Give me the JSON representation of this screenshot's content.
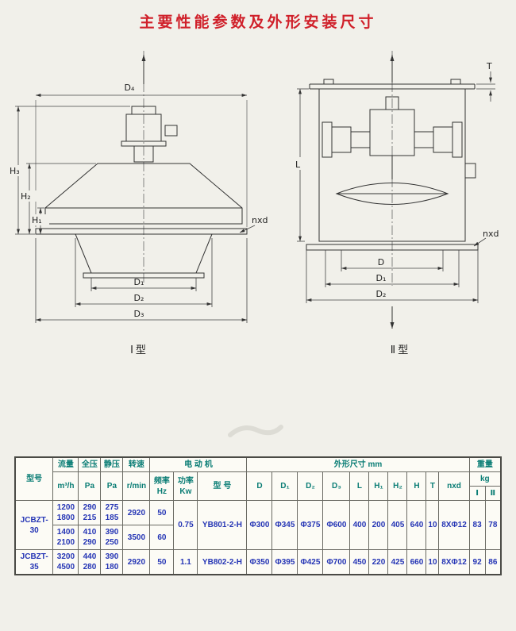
{
  "page": {
    "title": "主要性能参数及外形安装尺寸"
  },
  "colors": {
    "title_red": "#d0202a",
    "header_teal": "#0a7d75",
    "value_blue": "#2535b5"
  },
  "diagrams": {
    "type1": {
      "caption": "Ⅰ型",
      "labels": {
        "d4": "D₄",
        "h3": "H₃",
        "h2": "H₂",
        "h1": "H₁",
        "d1": "D₁",
        "d2": "D₂",
        "d3": "D₃",
        "nxd": "nxd"
      }
    },
    "type2": {
      "caption": "Ⅱ型",
      "labels": {
        "t": "T",
        "l": "L",
        "d": "D",
        "d1": "D₁",
        "d2": "D₂",
        "nxd": "nxd"
      }
    }
  },
  "table": {
    "headers": {
      "model": "型号",
      "flow": "流量",
      "flow_unit": "m³/h",
      "total_pressure": "全压",
      "total_pressure_unit": "Pa",
      "static_pressure": "静压",
      "static_pressure_unit": "Pa",
      "speed": "转速",
      "speed_unit": "r/min",
      "motor": "电  动  机",
      "freq_label": "频率",
      "freq_unit": "Hz",
      "power_label": "功率",
      "power_unit": "Kw",
      "motor_model": "型  号",
      "dims": "外形尺寸  mm",
      "dim_cols": [
        "D",
        "D₁",
        "D₂",
        "D₃",
        "L",
        "H₁",
        "H₂",
        "H",
        "T",
        "nxd"
      ],
      "weight": "重量",
      "weight_unit": "kg",
      "weight_col1": "Ⅰ",
      "weight_col2": "Ⅱ"
    },
    "rows": [
      {
        "model_line1": "JCBZT-",
        "model_line2": "30",
        "variants": [
          {
            "flow1": "1200",
            "flow2": "1800",
            "total1": "290",
            "total2": "215",
            "static1": "275",
            "static2": "185",
            "speed": "2920",
            "freq": "50"
          },
          {
            "flow1": "1400",
            "flow2": "2100",
            "total1": "410",
            "total2": "290",
            "static1": "390",
            "static2": "250",
            "speed": "3500",
            "freq": "60"
          }
        ],
        "power": "0.75",
        "motor_model": "YB801-2-H",
        "dims": [
          "Φ300",
          "Φ345",
          "Φ375",
          "Φ600",
          "400",
          "200",
          "405",
          "640",
          "10",
          "8XΦ12"
        ],
        "weight1": "83",
        "weight2": "78"
      },
      {
        "model_line1": "JCBZT-",
        "model_line2": "35",
        "variants": [
          {
            "flow1": "3200",
            "flow2": "4500",
            "total1": "440",
            "total2": "280",
            "static1": "390",
            "static2": "180",
            "speed": "2920",
            "freq": "50"
          }
        ],
        "power": "1.1",
        "motor_model": "YB802-2-H",
        "dims": [
          "Φ350",
          "Φ395",
          "Φ425",
          "Φ700",
          "450",
          "220",
          "425",
          "660",
          "10",
          "8XΦ12"
        ],
        "weight1": "92",
        "weight2": "86"
      }
    ]
  }
}
